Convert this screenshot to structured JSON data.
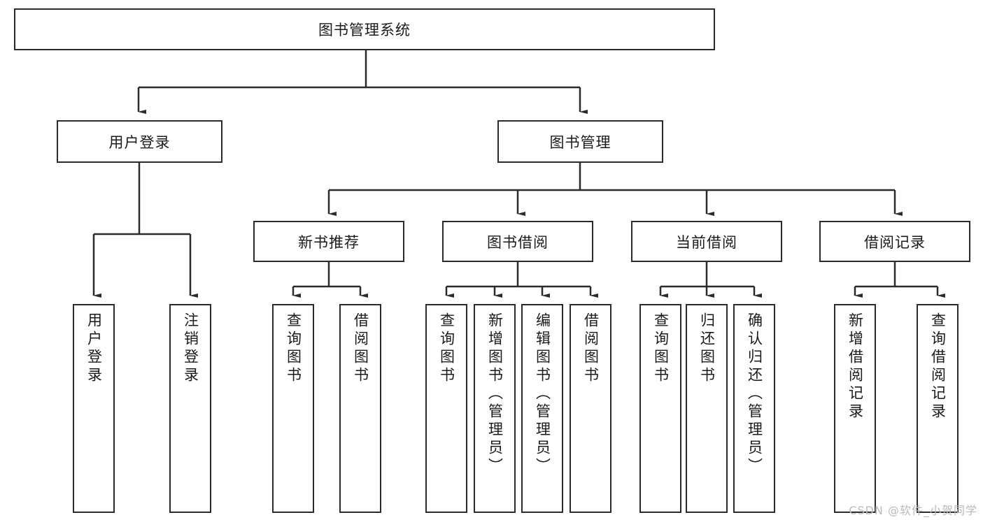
{
  "diagram": {
    "type": "tree",
    "title_node": {
      "label": "图书管理系统"
    },
    "level2": [
      {
        "label": "用户登录"
      },
      {
        "label": "图书管理"
      }
    ],
    "level3": [
      {
        "label": "新书推荐"
      },
      {
        "label": "图书借阅"
      },
      {
        "label": "当前借阅"
      },
      {
        "label": "借阅记录"
      }
    ],
    "leaves": [
      {
        "label": "用户登录"
      },
      {
        "label": "注销登录"
      },
      {
        "label": "查询图书"
      },
      {
        "label": "借阅图书"
      },
      {
        "label": "查询图书"
      },
      {
        "label": "新增图书（管理员）"
      },
      {
        "label": "编辑图书（管理员）"
      },
      {
        "label": "借阅图书"
      },
      {
        "label": "查询图书"
      },
      {
        "label": "归还图书"
      },
      {
        "label": "确认归还（管理员）"
      },
      {
        "label": "新增借阅记录"
      },
      {
        "label": "查询借阅记录"
      }
    ]
  },
  "watermark": {
    "text": "CSDN @软件_小贺同学"
  },
  "colors": {
    "stroke": "#2b2b2b",
    "fill": "#ffffff",
    "text": "#1a1a1a",
    "watermark": "#b9b9b9"
  }
}
